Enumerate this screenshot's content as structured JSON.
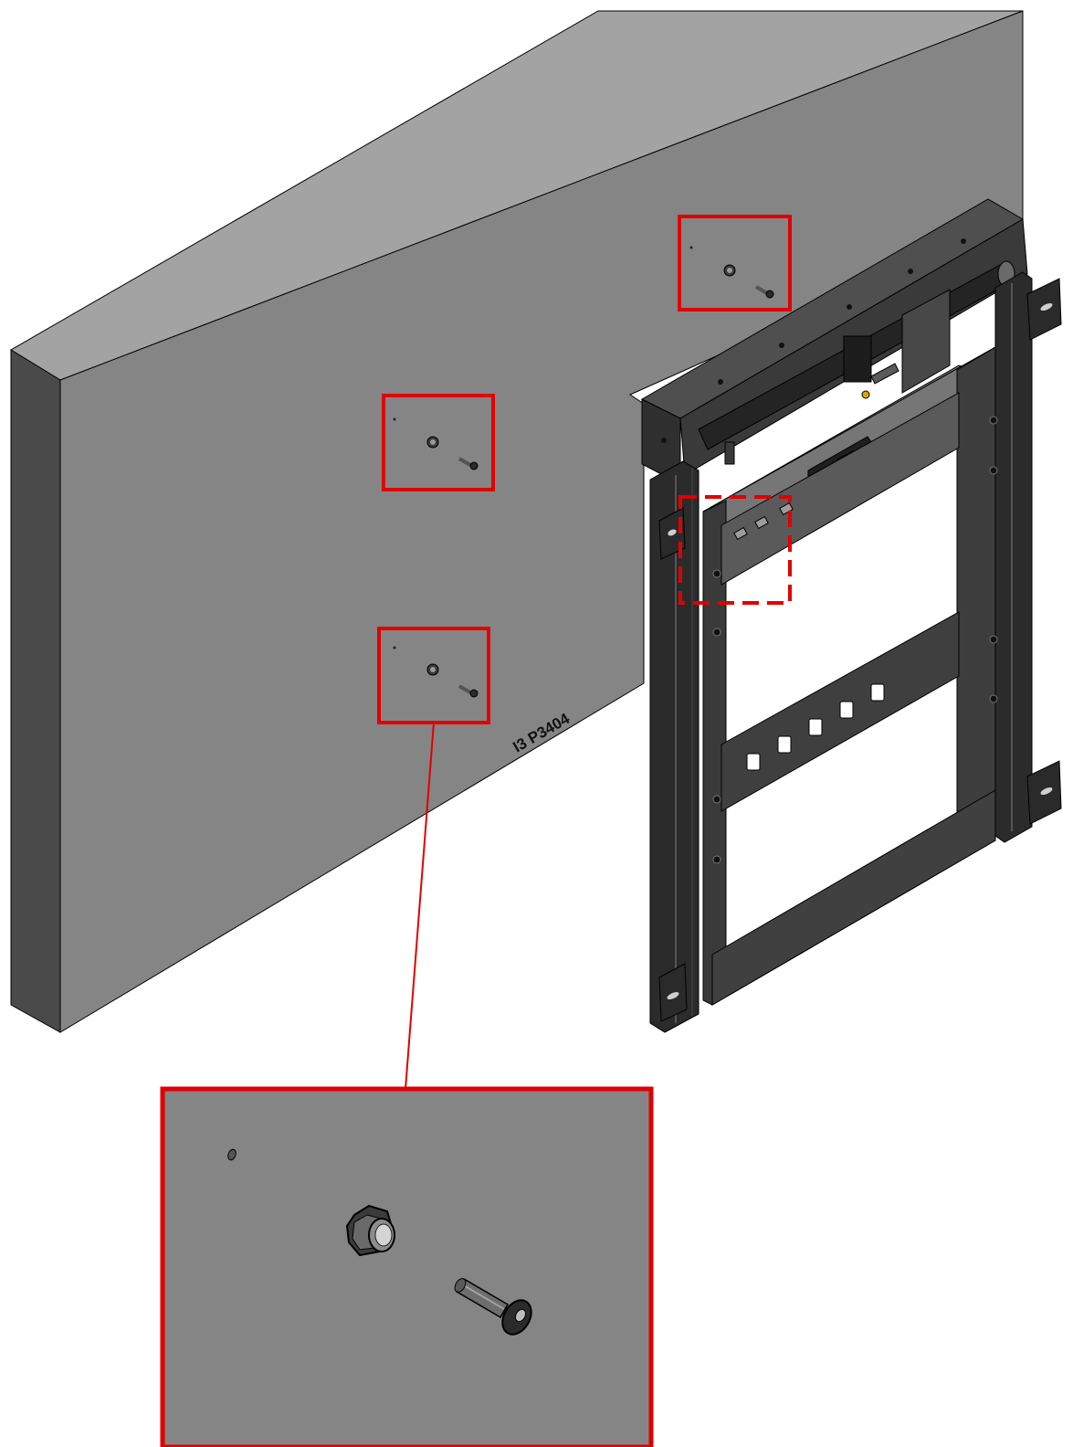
{
  "diagram": {
    "panel_label": "I3 P3404",
    "colors": {
      "panel_front": "#858585",
      "panel_top": "#a3a3a3",
      "panel_side": "#4a4a4a",
      "frame_dark": "#2b2b2b",
      "frame_mid": "#3c3c3c",
      "frame_light": "#5a5a5a",
      "highlight": "#e00000"
    },
    "callouts": [
      {
        "id": "fastener-callout-top",
        "style": "solid",
        "content": "nut-and-bolt"
      },
      {
        "id": "fastener-callout-middle",
        "style": "solid",
        "content": "nut-and-bolt"
      },
      {
        "id": "fastener-callout-lower",
        "style": "solid",
        "content": "nut-and-bolt",
        "linked_to": "detail-inset"
      },
      {
        "id": "mounting-region-callout",
        "style": "dashed",
        "content": "frame-mounting-area"
      }
    ],
    "detail_inset": {
      "parts": [
        "pilot-hole",
        "hex-nut",
        "countersunk-bolt"
      ]
    }
  }
}
